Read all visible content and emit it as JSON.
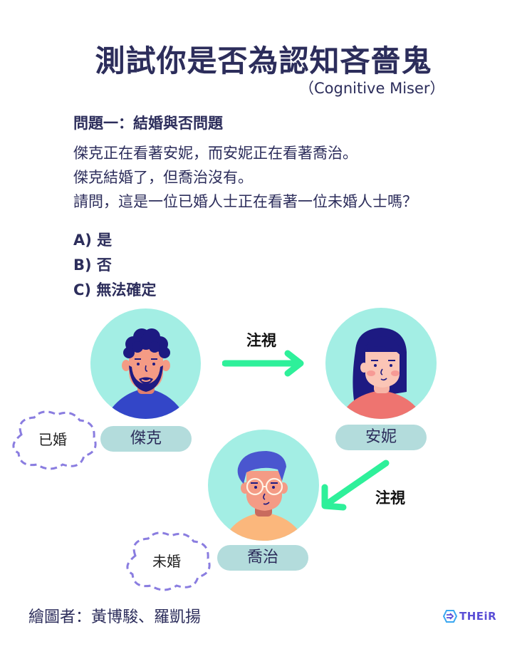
{
  "header": {
    "title": "測試你是否為認知吝嗇鬼",
    "subtitle": "（Cognitive Miser）"
  },
  "question": {
    "heading": "問題一：結婚與否問題",
    "lines": [
      "傑克正在看著安妮，而安妮正在看著喬治。",
      "傑克結婚了，但喬治沒有。",
      "請問，這是一位已婚人士正在看著一位未婚人士嗎？"
    ],
    "options": [
      "A) 是",
      "B) 否",
      "C) 無法確定"
    ]
  },
  "diagram": {
    "people": [
      {
        "name": "傑克",
        "status": "已婚"
      },
      {
        "name": "安妮"
      },
      {
        "name": "喬治",
        "status": "未婚"
      }
    ],
    "arrows": [
      {
        "from": "傑克",
        "to": "安妮",
        "label": "注視"
      },
      {
        "from": "安妮",
        "to": "喬治",
        "label": "注視"
      }
    ],
    "colors": {
      "avatar_bg": "#a3eee4",
      "name_pill": "#b3dcdc",
      "arrow": "#2ef09a",
      "cloud_dash": "#8a7de0",
      "text": "#2c2d5b"
    }
  },
  "footer": {
    "credit": "繪圖者：黃博駿、羅凱揚",
    "logo_text": "THEiR"
  }
}
